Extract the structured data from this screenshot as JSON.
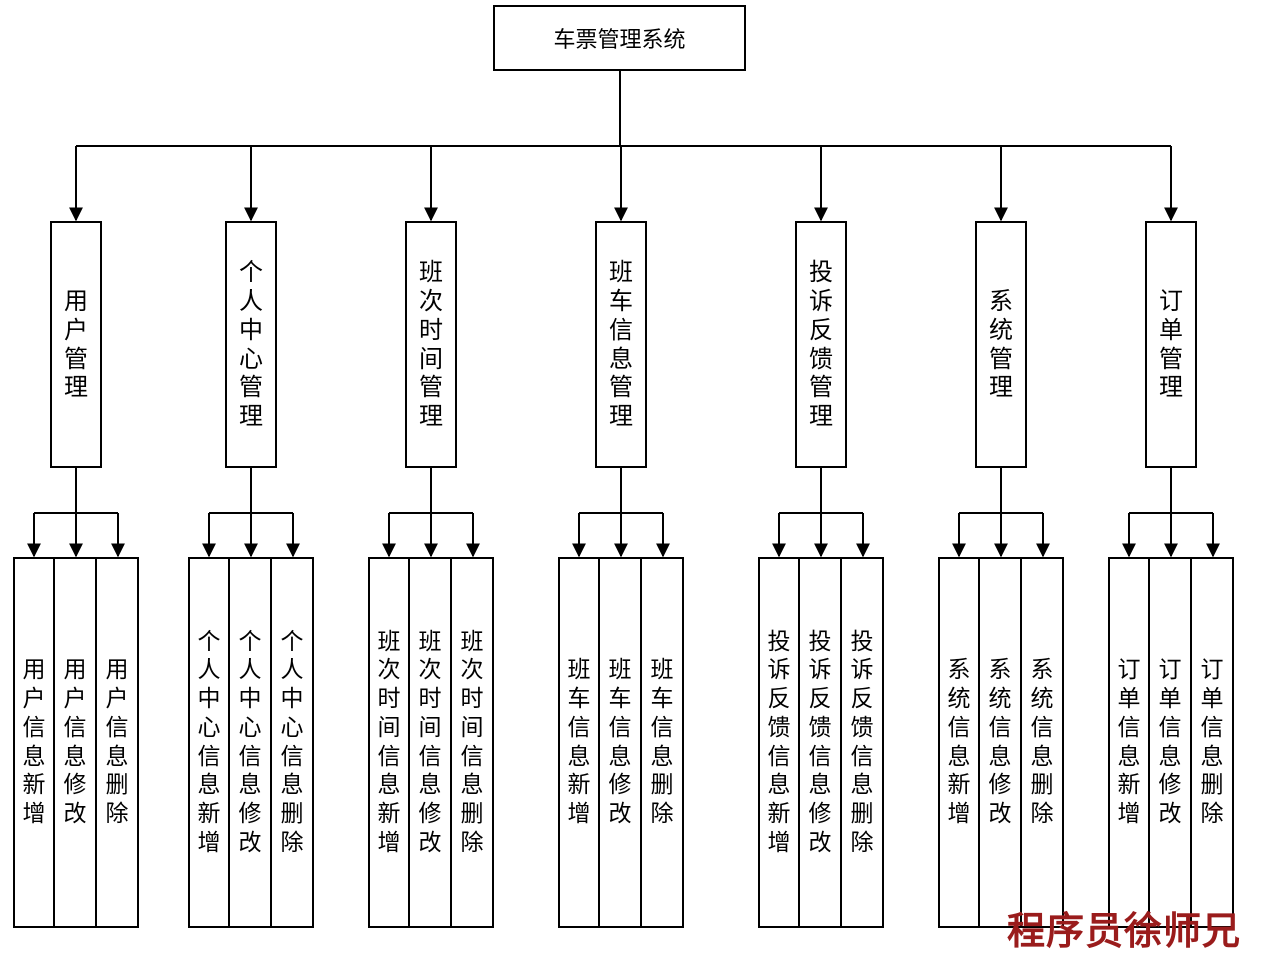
{
  "root": {
    "label": "车票管理系统"
  },
  "modules": [
    {
      "label": "用户管理",
      "children": [
        "用户信息新增",
        "用户信息修改",
        "用户信息删除"
      ]
    },
    {
      "label": "个人中心管理",
      "children": [
        "个人中心信息新增",
        "个人中心信息修改",
        "个人中心信息删除"
      ]
    },
    {
      "label": "班次时间管理",
      "children": [
        "班次时间信息新增",
        "班次时间信息修改",
        "班次时间信息删除"
      ]
    },
    {
      "label": "班车信息管理",
      "children": [
        "班车信息新增",
        "班车信息修改",
        "班车信息删除"
      ]
    },
    {
      "label": "投诉反馈管理",
      "children": [
        "投诉反馈信息新增",
        "投诉反馈信息修改",
        "投诉反馈信息删除"
      ]
    },
    {
      "label": "系统管理",
      "children": [
        "系统信息新增",
        "系统信息修改",
        "系统信息删除"
      ]
    },
    {
      "label": "订单管理",
      "children": [
        "订单信息新增",
        "订单信息修改",
        "订单信息删除"
      ]
    }
  ],
  "watermark": "程序员徐师兄",
  "colors": {
    "line": "#000000",
    "watermark": "#9a1c1c"
  }
}
